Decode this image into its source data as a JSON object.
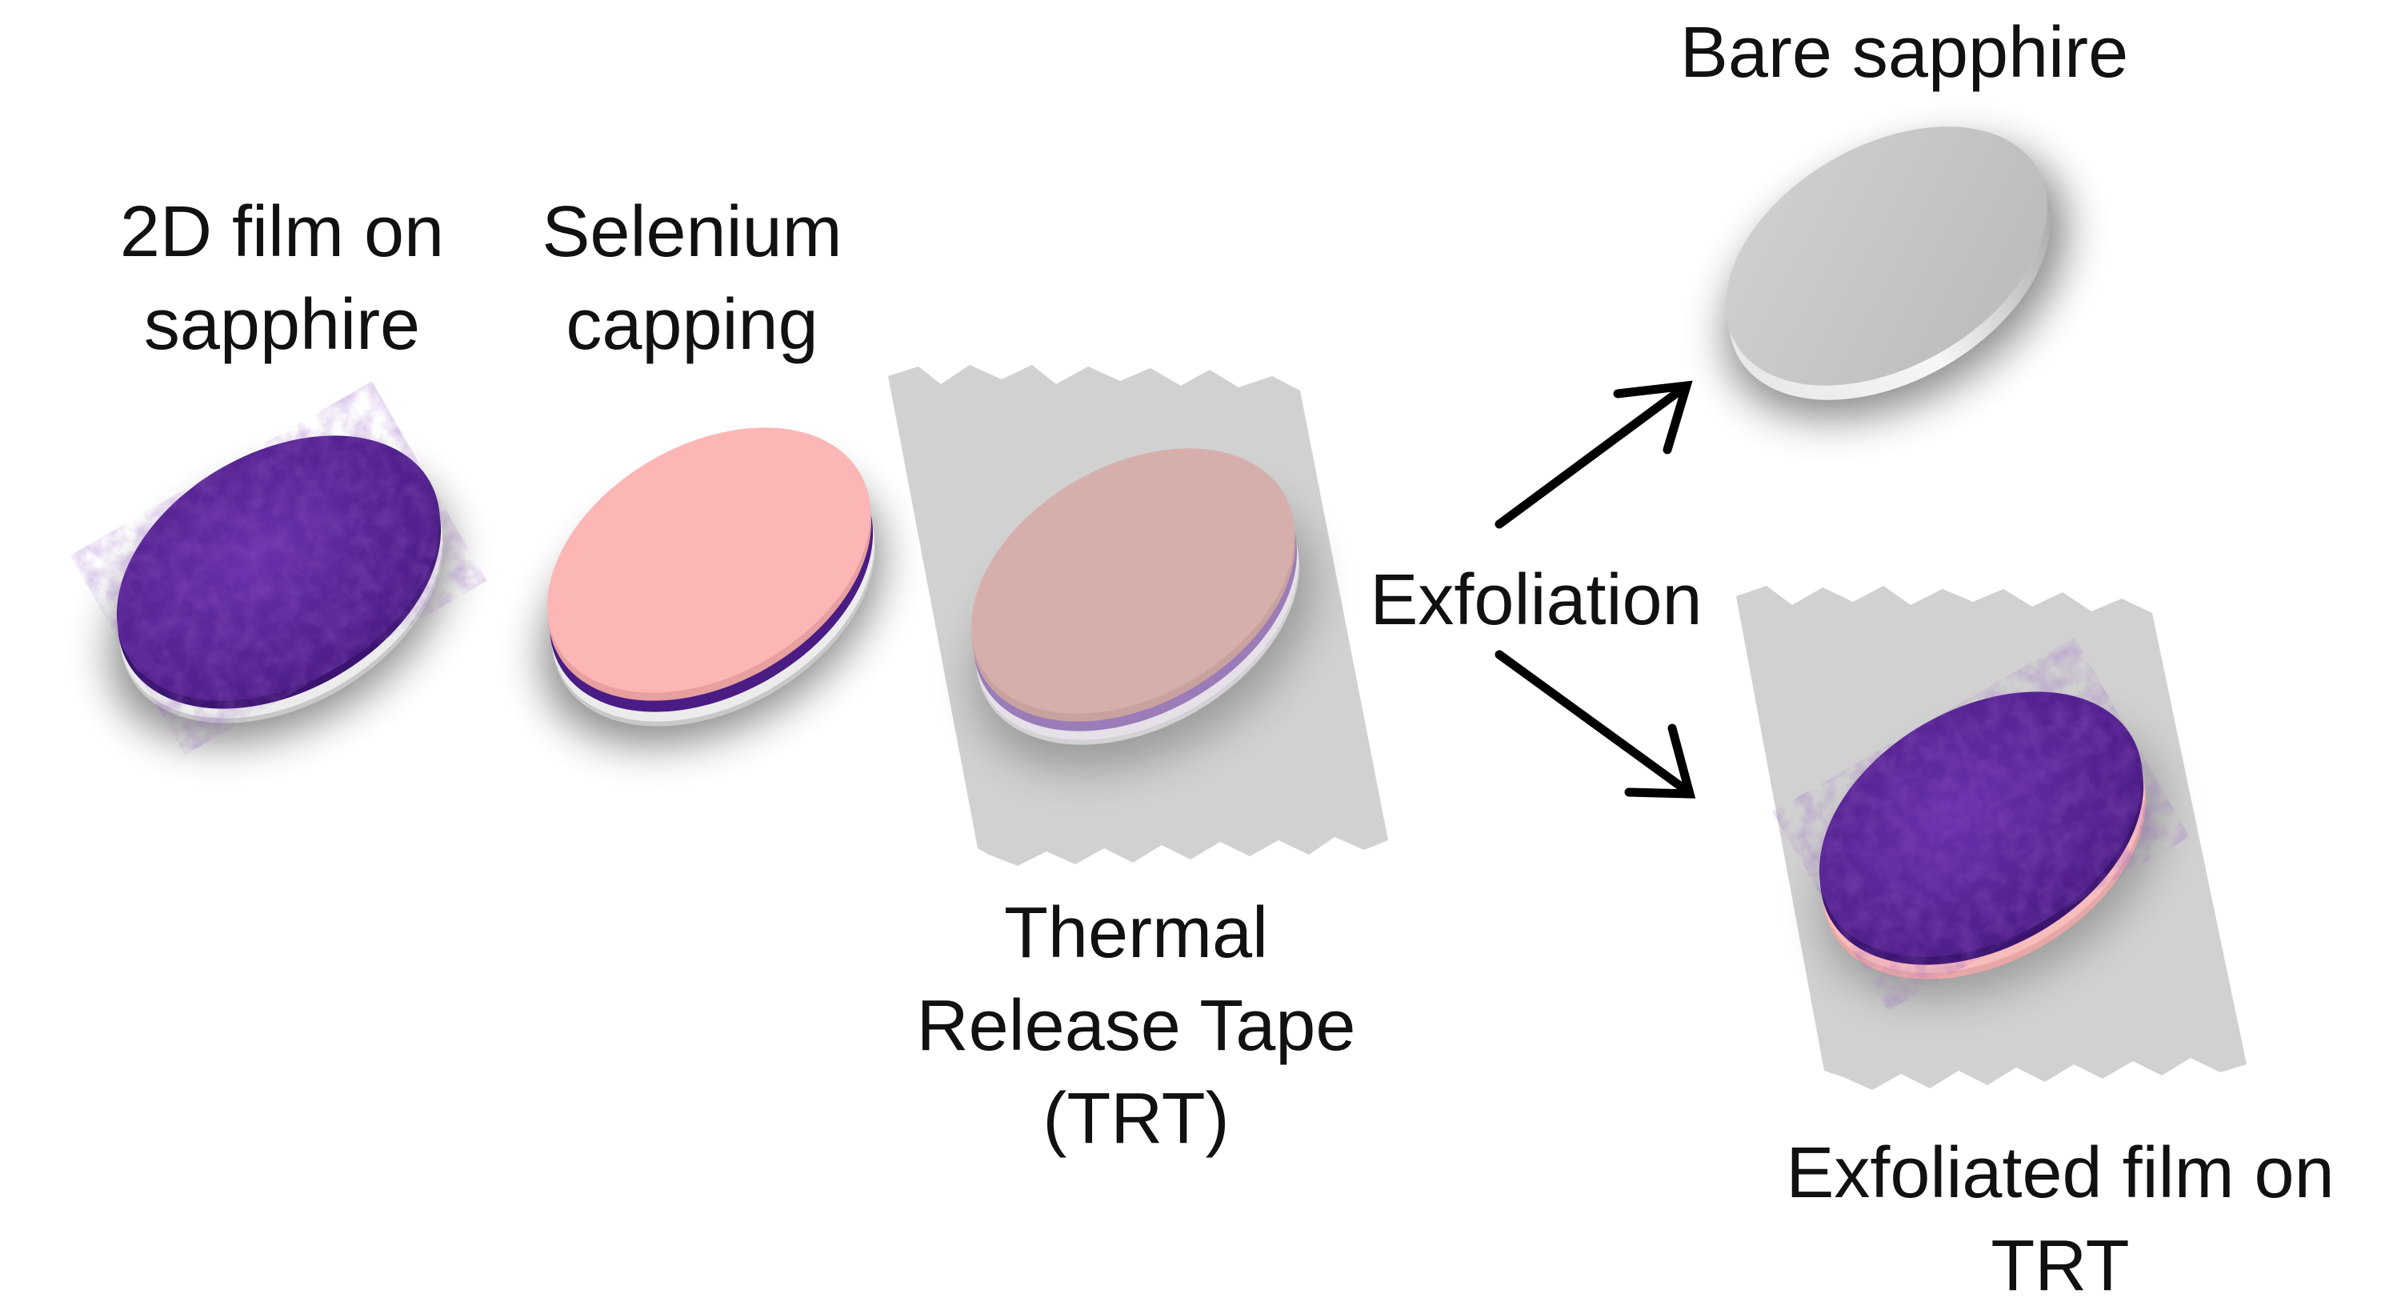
{
  "labels": {
    "film_on_sapphire": [
      "2D film on",
      "sapphire"
    ],
    "selenium_capping": [
      "Selenium",
      "capping"
    ],
    "trt": [
      "Thermal",
      "Release Tape",
      "(TRT)"
    ],
    "exfoliation": "Exfoliation",
    "bare_sapphire": "Bare sapphire",
    "exfoliated_film": [
      "Exfoliated film on",
      "TRT"
    ]
  },
  "colors": {
    "film_purple": "#5a2596",
    "film_purple_dark": "#3b1470",
    "selenium_pink": "#fcb6b6",
    "selenium_on_tape": "#d6afac",
    "sapphire_gray": "#c4c4c4",
    "sapphire_edge": "#dcdcdc",
    "tape_gray": "#c9c9c9",
    "arrow": "#000000"
  }
}
